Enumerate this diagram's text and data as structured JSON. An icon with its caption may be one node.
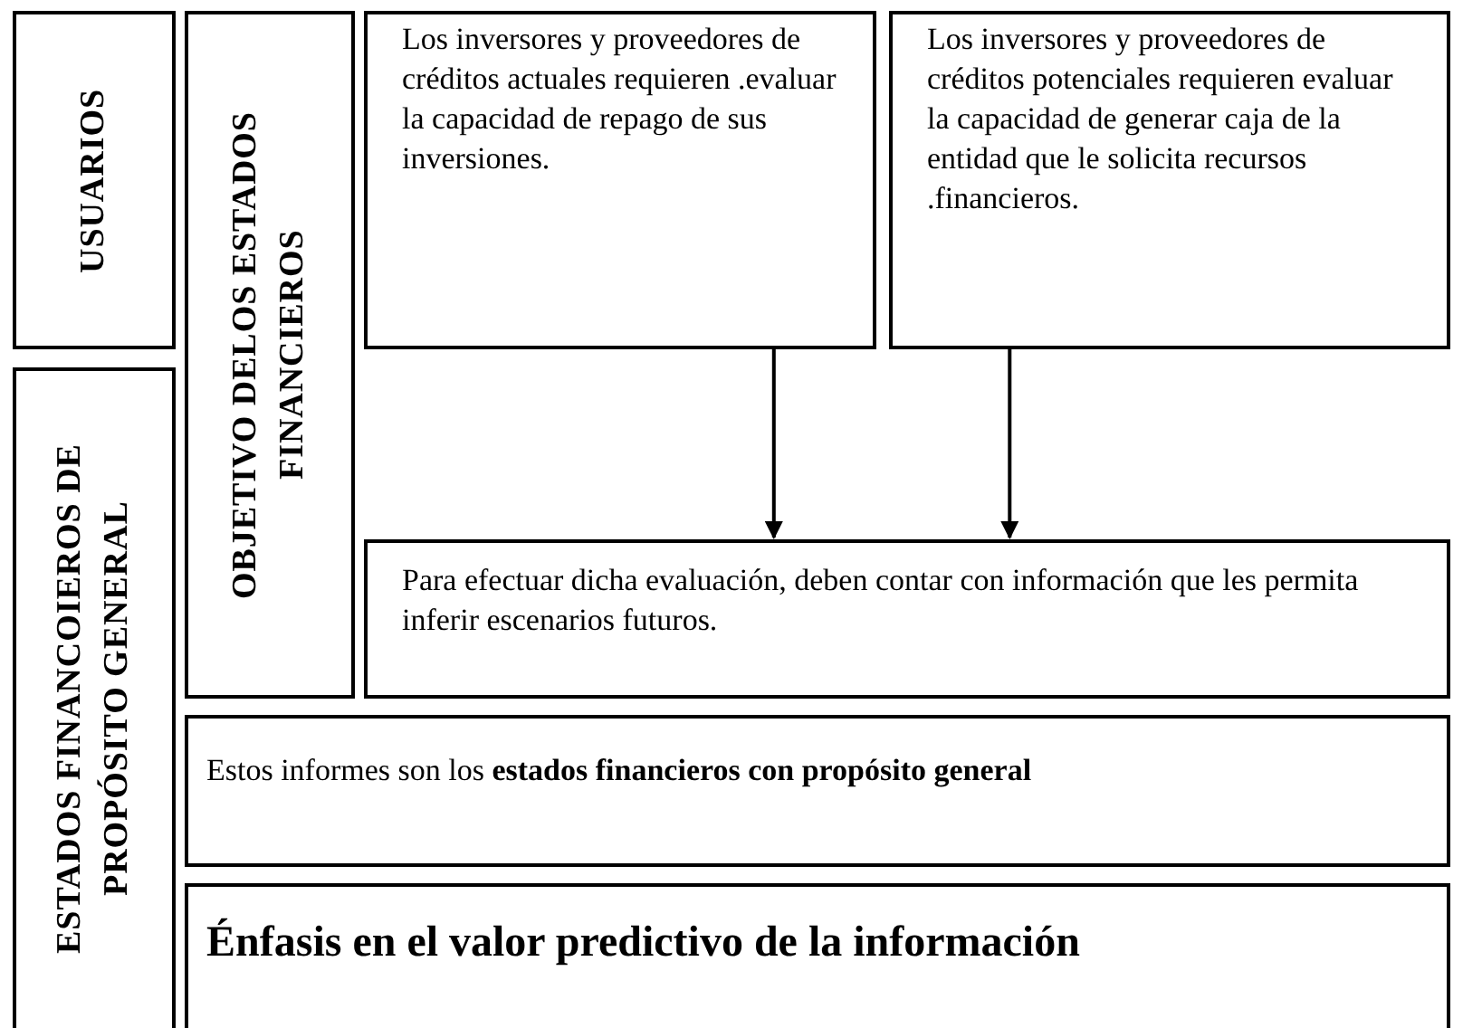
{
  "diagram": {
    "nodes": [
      {
        "text": [
          "USUARIOS"
        ]
      },
      {
        "text": [
          "OBJETIVO DELOS ESTADOS FINANCIEROS"
        ]
      },
      {
        "text": [
          "Los inversores y proveedores de créditos actuales requieren .evaluar la capacidad de repago de sus inversiones."
        ]
      },
      {
        "text": [
          "Los inversores y proveedores de créditos potenciales requieren evaluar la capacidad de generar caja de la entidad que le solicita recursos .financieros."
        ]
      },
      {
        "text": [
          "ESTADOS FINANCOIEROS DE PROPÓSITO GENERAL"
        ]
      },
      {
        "text": [
          "Para efectuar dicha evaluación, deben contar con información que les permita inferir escenarios futuros."
        ]
      },
      {
        "text": [
          "Estos informes son los **estados financieros con propósito general**"
        ]
      },
      {
        "text": [
          "Énfasis en el valor predictivo de la información"
        ]
      }
    ],
    "edges": [
      {
        "from": 2,
        "to": 5,
        "arrow": "to"
      },
      {
        "from": 3,
        "to": 5,
        "arrow": "to"
      }
    ]
  }
}
